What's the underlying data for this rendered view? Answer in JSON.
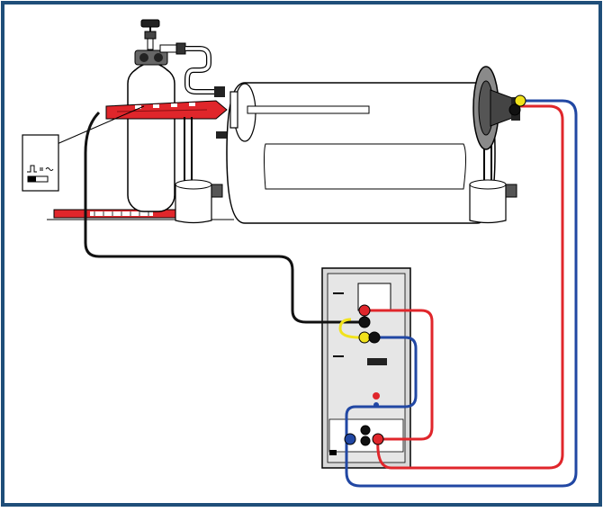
{
  "diagram": {
    "colors": {
      "border": "#1f4e79",
      "red_cable": "#e0262b",
      "blue_cable": "#2147a3",
      "yellow_cable": "#f1e21c",
      "black_cable": "#111111",
      "sensor_red": "#e0262b",
      "device_grey": "#d8d8d8",
      "outline": "#000000"
    },
    "components": [
      {
        "name": "gas-cylinder",
        "label": ""
      },
      {
        "name": "pressure-regulator",
        "label": ""
      },
      {
        "name": "gas-hose",
        "label": ""
      },
      {
        "name": "glass-tube",
        "label": ""
      },
      {
        "name": "loudspeaker",
        "label": ""
      },
      {
        "name": "temperature-sensor",
        "label": ""
      },
      {
        "name": "measurement-interface",
        "label": ""
      },
      {
        "name": "support-clamp-left",
        "label": ""
      },
      {
        "name": "support-clamp-right",
        "label": ""
      },
      {
        "name": "ruler",
        "label": ""
      }
    ],
    "cables": [
      {
        "name": "black-cable",
        "color": "black"
      },
      {
        "name": "yellow-cable",
        "color": "yellow"
      },
      {
        "name": "red-cable",
        "color": "red"
      },
      {
        "name": "blue-cable",
        "color": "blue"
      }
    ],
    "icons": {
      "switch": "pulse-switch-icon"
    }
  }
}
